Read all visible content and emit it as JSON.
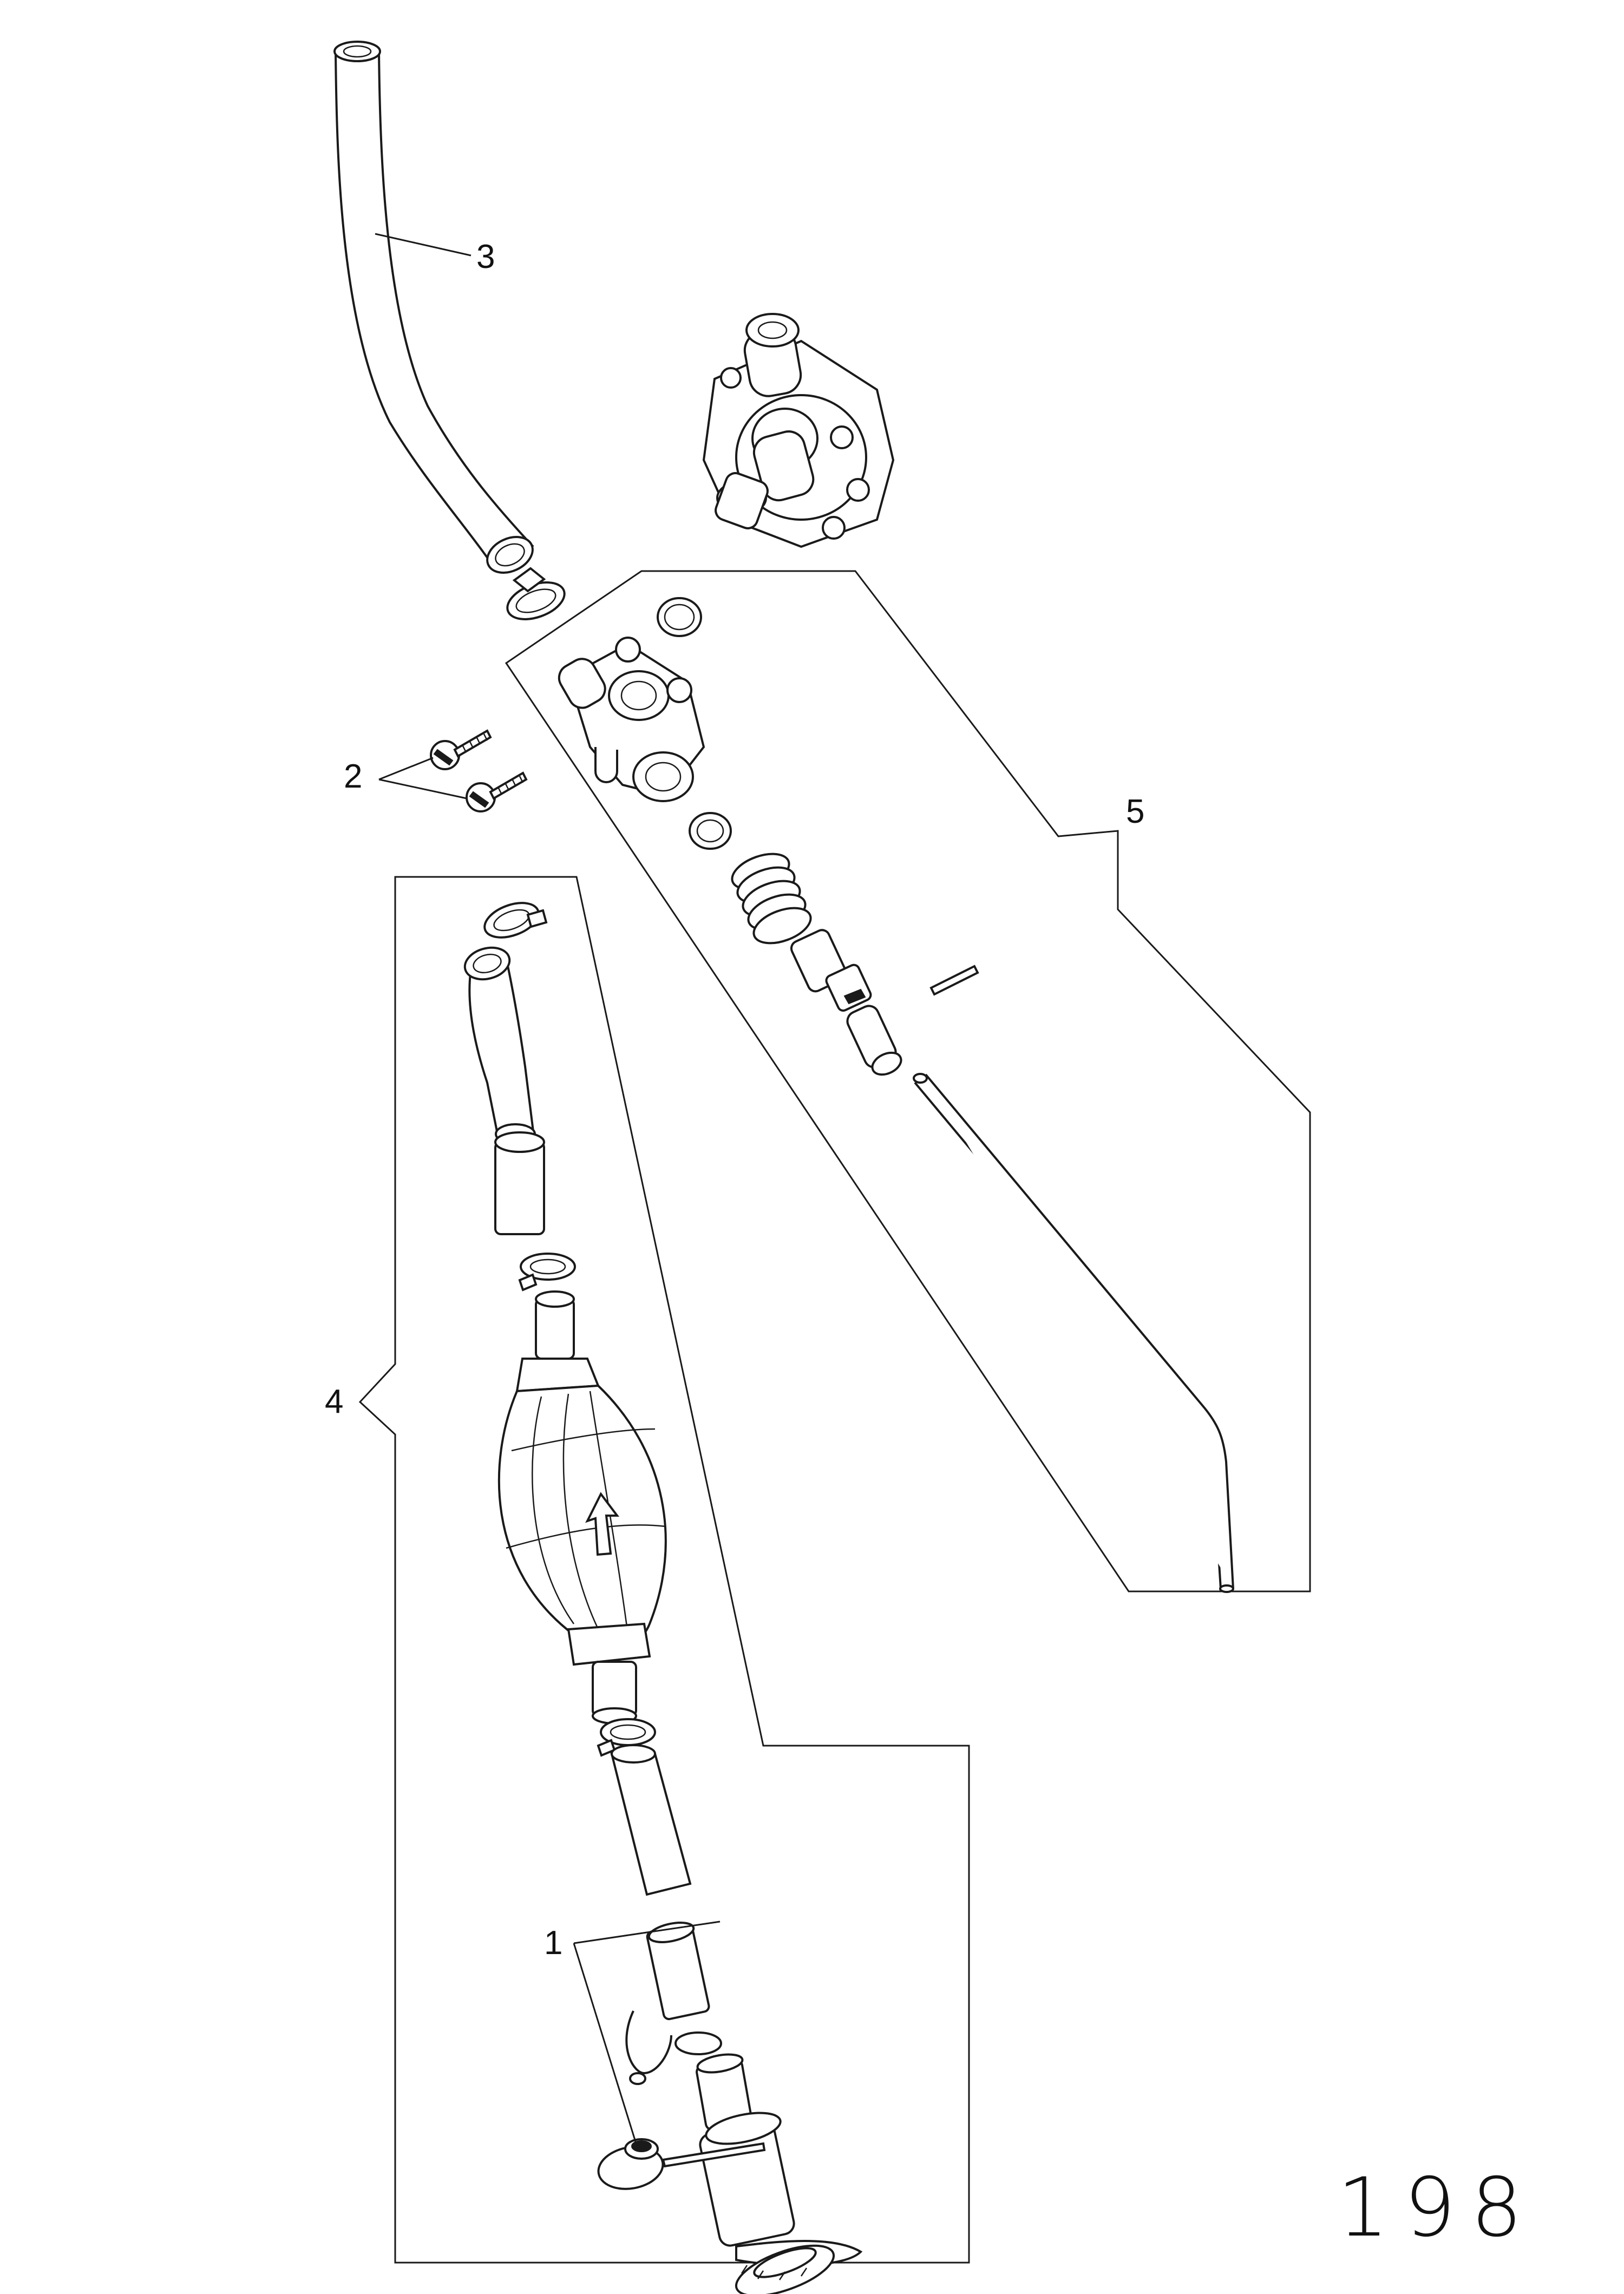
{
  "callouts": {
    "c1": "1",
    "c2": "2",
    "c3": "3",
    "c4": "4",
    "c5": "5"
  },
  "page_number": "198"
}
